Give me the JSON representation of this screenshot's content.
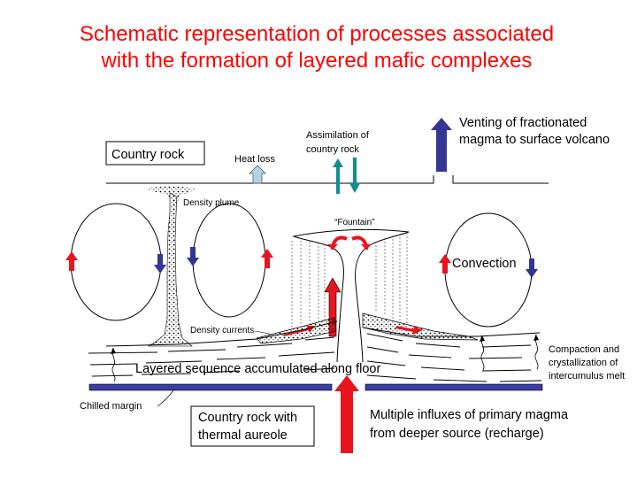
{
  "title": {
    "line1": "Schematic representation of processes associated",
    "line2": "with the formation of layered mafic complexes"
  },
  "labels": {
    "country_rock": "Country rock",
    "heat_loss": "Heat loss",
    "assimilation_line1": "Assimilation of",
    "assimilation_line2": "country rock",
    "venting_line1": "Venting of fractionated",
    "venting_line2": "magma to surface volcano",
    "density_plume": "Density plume",
    "fountain": "“Fountain”",
    "convection": "Convection",
    "density_currents": "Density currents",
    "compaction_line1": "Compaction and",
    "compaction_line2": "crystallization of",
    "compaction_line3": "intercumulus melt",
    "layered_sequence": "Layered sequence accumulated along floor",
    "chilled_margin": "Chilled margin",
    "country_rock_aureole_line1": "Country rock with",
    "country_rock_aureole_line2": "thermal aureole",
    "influxes_line1": "Multiple influxes of primary magma",
    "influxes_line2": "from deeper source (recharge)"
  },
  "colors": {
    "title": "#ff0000",
    "red_arrow": "#e8141e",
    "blue_arrow": "#353592",
    "teal_arrow": "#0e8e8e",
    "heat_arrow": "#b4d4e4",
    "chilled_margin_band": "#3a3ea0"
  }
}
